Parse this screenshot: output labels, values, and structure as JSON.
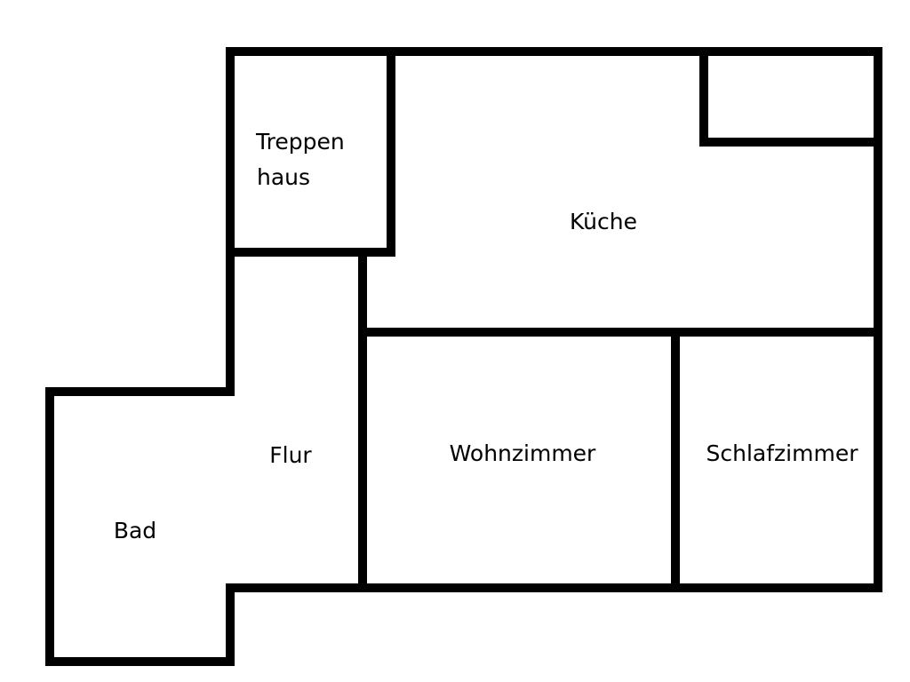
{
  "rooms": {
    "stairwell_line1": "Treppen",
    "stairwell_line2": "haus",
    "kitchen": "Küche",
    "hallway": "Flur",
    "living_room": "Wohnzimmer",
    "bedroom": "Schlafzimmer",
    "bathroom": "Bad"
  },
  "colors": {
    "background": "#ffffff",
    "walls": "#000000"
  }
}
